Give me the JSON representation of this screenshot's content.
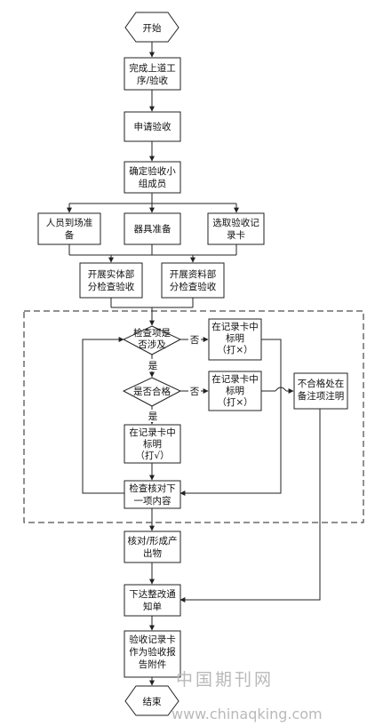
{
  "flowchart": {
    "nodes": {
      "start": "开始",
      "complete_prev": [
        "完成上道工",
        "序/验收"
      ],
      "apply": [
        "申请验收"
      ],
      "team": [
        "确定验收小",
        "组成员"
      ],
      "staff": [
        "人员到场准",
        "备"
      ],
      "tools": [
        "器具准备"
      ],
      "cards": [
        "选取验收记",
        "录卡"
      ],
      "physical": [
        "开展实体部",
        "分检查验收"
      ],
      "documents": [
        "开展资料部",
        "分检查验收"
      ],
      "involved": [
        "检查项是",
        "否涉及"
      ],
      "mark_x1": [
        "在记录卡中",
        "标明",
        "（打×）"
      ],
      "qualified": [
        "是否合格"
      ],
      "mark_x2": [
        "在记录卡中",
        "标明",
        "（打×）"
      ],
      "note_fail": [
        "不合格处在",
        "备注项注明"
      ],
      "mark_ok": [
        "在记录卡中",
        "标明",
        "（打√）"
      ],
      "next_item": [
        "检查核对下",
        "一项内容"
      ],
      "verify": [
        "核对/形成产",
        "出物"
      ],
      "rectify": [
        "下达整改通",
        "知单"
      ],
      "attach": [
        "验收记录卡",
        "作为验收报",
        "告附件"
      ],
      "end": "结束"
    },
    "edge_labels": {
      "no1": "否",
      "yes1": "是",
      "no2": "否",
      "yes2": "是"
    }
  },
  "watermark": {
    "text": "中国期刊网",
    "url": "www.chinaqking.com"
  }
}
